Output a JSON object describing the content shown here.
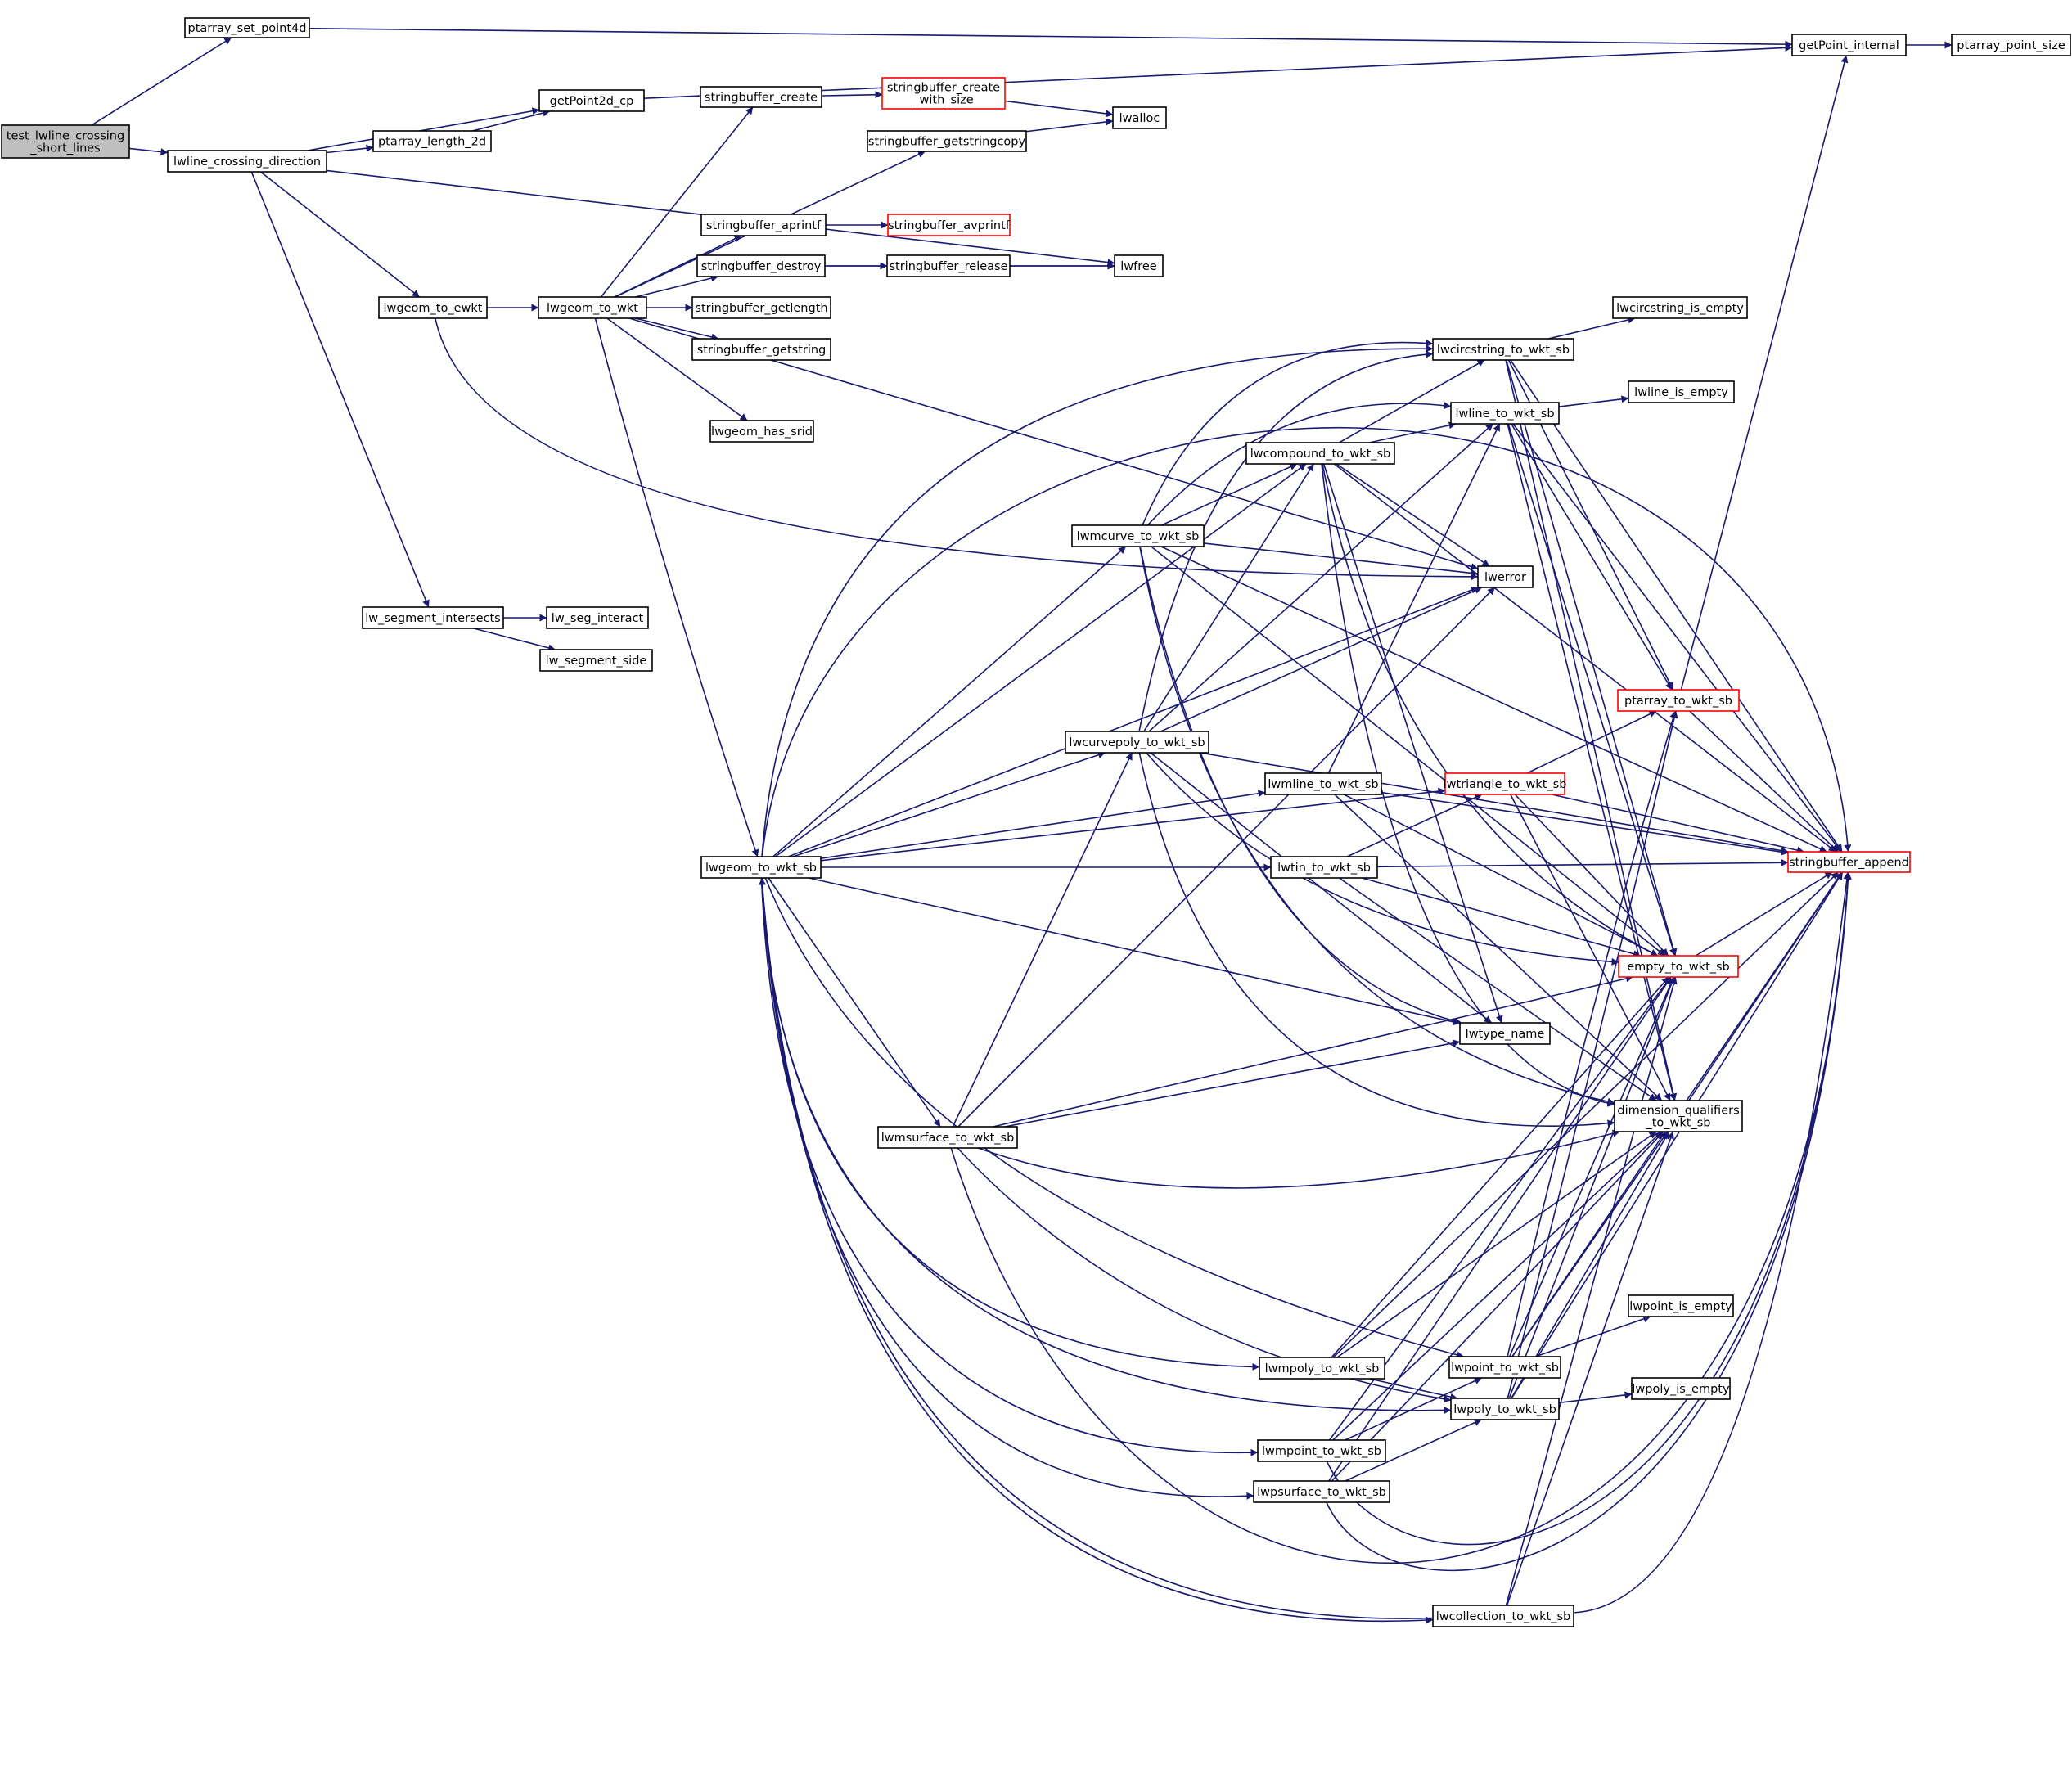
{
  "graph": {
    "edge_color": "#191970",
    "nodes": [
      {
        "id": "root",
        "lines": [
          "test_lwline_crossing",
          "_short_lines"
        ],
        "style": "root"
      },
      {
        "id": "ptarray_set_point4d",
        "lines": [
          "ptarray_set_point4d"
        ]
      },
      {
        "id": "lwline_crossing_direction",
        "lines": [
          "lwline_crossing_direction"
        ]
      },
      {
        "id": "getPoint2d_cp",
        "lines": [
          "getPoint2d_cp"
        ]
      },
      {
        "id": "ptarray_length_2d",
        "lines": [
          "ptarray_length_2d"
        ]
      },
      {
        "id": "lwgeom_to_ewkt",
        "lines": [
          "lwgeom_to_ewkt"
        ]
      },
      {
        "id": "lw_segment_intersects",
        "lines": [
          "lw_segment_intersects"
        ]
      },
      {
        "id": "lw_seg_interact",
        "lines": [
          "lw_seg_interact"
        ]
      },
      {
        "id": "lw_segment_side",
        "lines": [
          "lw_segment_side"
        ]
      },
      {
        "id": "lwgeom_to_wkt",
        "lines": [
          "lwgeom_to_wkt"
        ]
      },
      {
        "id": "stringbuffer_create",
        "lines": [
          "stringbuffer_create"
        ]
      },
      {
        "id": "stringbuffer_create_with_size",
        "lines": [
          "stringbuffer_create",
          "_with_size"
        ],
        "style": "red"
      },
      {
        "id": "lwalloc",
        "lines": [
          "lwalloc"
        ]
      },
      {
        "id": "stringbuffer_getstringcopy",
        "lines": [
          "stringbuffer_getstringcopy"
        ]
      },
      {
        "id": "stringbuffer_aprintf",
        "lines": [
          "stringbuffer_aprintf"
        ]
      },
      {
        "id": "stringbuffer_avprintf",
        "lines": [
          "stringbuffer_avprintf"
        ],
        "style": "red"
      },
      {
        "id": "stringbuffer_destroy",
        "lines": [
          "stringbuffer_destroy"
        ]
      },
      {
        "id": "stringbuffer_release",
        "lines": [
          "stringbuffer_release"
        ]
      },
      {
        "id": "lwfree",
        "lines": [
          "lwfree"
        ]
      },
      {
        "id": "stringbuffer_getlength",
        "lines": [
          "stringbuffer_getlength"
        ]
      },
      {
        "id": "stringbuffer_getstring",
        "lines": [
          "stringbuffer_getstring"
        ]
      },
      {
        "id": "lwgeom_has_srid",
        "lines": [
          "lwgeom_has_srid"
        ]
      },
      {
        "id": "getPoint_internal",
        "lines": [
          "getPoint_internal"
        ]
      },
      {
        "id": "ptarray_point_size",
        "lines": [
          "ptarray_point_size"
        ]
      },
      {
        "id": "lwgeom_to_wkt_sb",
        "lines": [
          "lwgeom_to_wkt_sb"
        ]
      },
      {
        "id": "lwcircstring_to_wkt_sb",
        "lines": [
          "lwcircstring_to_wkt_sb"
        ]
      },
      {
        "id": "lwcircstring_is_empty",
        "lines": [
          "lwcircstring_is_empty"
        ]
      },
      {
        "id": "lwline_to_wkt_sb",
        "lines": [
          "lwline_to_wkt_sb"
        ]
      },
      {
        "id": "lwline_is_empty",
        "lines": [
          "lwline_is_empty"
        ]
      },
      {
        "id": "lwcompound_to_wkt_sb",
        "lines": [
          "lwcompound_to_wkt_sb"
        ]
      },
      {
        "id": "lwmcurve_to_wkt_sb",
        "lines": [
          "lwmcurve_to_wkt_sb"
        ]
      },
      {
        "id": "lwerror",
        "lines": [
          "lwerror"
        ]
      },
      {
        "id": "ptarray_to_wkt_sb",
        "lines": [
          "ptarray_to_wkt_sb"
        ],
        "style": "red"
      },
      {
        "id": "lwcurvepoly_to_wkt_sb",
        "lines": [
          "lwcurvepoly_to_wkt_sb"
        ]
      },
      {
        "id": "lwmline_to_wkt_sb",
        "lines": [
          "lwmline_to_wkt_sb"
        ]
      },
      {
        "id": "lwtriangle_to_wkt_sb",
        "lines": [
          "lwtriangle_to_wkt_sb"
        ],
        "style": "red"
      },
      {
        "id": "stringbuffer_append",
        "lines": [
          "stringbuffer_append"
        ],
        "style": "red"
      },
      {
        "id": "lwtin_to_wkt_sb",
        "lines": [
          "lwtin_to_wkt_sb"
        ]
      },
      {
        "id": "empty_to_wkt_sb",
        "lines": [
          "empty_to_wkt_sb"
        ],
        "style": "red"
      },
      {
        "id": "lwtype_name",
        "lines": [
          "lwtype_name"
        ]
      },
      {
        "id": "dimension_qualifiers_to_wkt_sb",
        "lines": [
          "dimension_qualifiers",
          "_to_wkt_sb"
        ]
      },
      {
        "id": "lwmsurface_to_wkt_sb",
        "lines": [
          "lwmsurface_to_wkt_sb"
        ]
      },
      {
        "id": "lwpoint_is_empty",
        "lines": [
          "lwpoint_is_empty"
        ]
      },
      {
        "id": "lwmpoly_to_wkt_sb",
        "lines": [
          "lwmpoly_to_wkt_sb"
        ]
      },
      {
        "id": "lwpoint_to_wkt_sb",
        "lines": [
          "lwpoint_to_wkt_sb"
        ]
      },
      {
        "id": "lwpoly_to_wkt_sb",
        "lines": [
          "lwpoly_to_wkt_sb"
        ]
      },
      {
        "id": "lwpoly_is_empty",
        "lines": [
          "lwpoly_is_empty"
        ]
      },
      {
        "id": "lwmpoint_to_wkt_sb",
        "lines": [
          "lwmpoint_to_wkt_sb"
        ]
      },
      {
        "id": "lwpsurface_to_wkt_sb",
        "lines": [
          "lwpsurface_to_wkt_sb"
        ]
      },
      {
        "id": "lwcollection_to_wkt_sb",
        "lines": [
          "lwcollection_to_wkt_sb"
        ]
      }
    ],
    "edges": [
      [
        "root",
        "ptarray_set_point4d"
      ],
      [
        "root",
        "lwline_crossing_direction"
      ],
      [
        "ptarray_set_point4d",
        "getPoint_internal"
      ],
      [
        "lwline_crossing_direction",
        "getPoint2d_cp"
      ],
      [
        "lwline_crossing_direction",
        "ptarray_length_2d"
      ],
      [
        "lwline_crossing_direction",
        "lwfree"
      ],
      [
        "lwline_crossing_direction",
        "lwgeom_to_ewkt"
      ],
      [
        "lwline_crossing_direction",
        "lw_segment_intersects"
      ],
      [
        "ptarray_length_2d",
        "getPoint2d_cp"
      ],
      [
        "getPoint2d_cp",
        "getPoint_internal"
      ],
      [
        "getPoint_internal",
        "ptarray_point_size"
      ],
      [
        "lwgeom_to_ewkt",
        "lwgeom_to_wkt"
      ],
      [
        "lwgeom_to_ewkt",
        "lwerror"
      ],
      [
        "lw_segment_intersects",
        "lw_seg_interact"
      ],
      [
        "lw_segment_intersects",
        "lw_segment_side"
      ],
      [
        "lwgeom_to_wkt",
        "stringbuffer_create"
      ],
      [
        "lwgeom_to_wkt",
        "stringbuffer_getstringcopy"
      ],
      [
        "lwgeom_to_wkt",
        "stringbuffer_aprintf"
      ],
      [
        "lwgeom_to_wkt",
        "stringbuffer_destroy"
      ],
      [
        "lwgeom_to_wkt",
        "stringbuffer_getlength"
      ],
      [
        "lwgeom_to_wkt",
        "stringbuffer_getstring"
      ],
      [
        "lwgeom_to_wkt",
        "lwgeom_has_srid"
      ],
      [
        "lwgeom_to_wkt",
        "lwgeom_to_wkt_sb"
      ],
      [
        "lwgeom_to_wkt",
        "lwerror"
      ],
      [
        "stringbuffer_create",
        "stringbuffer_create_with_size"
      ],
      [
        "stringbuffer_create_with_size",
        "lwalloc"
      ],
      [
        "stringbuffer_getstringcopy",
        "lwalloc"
      ],
      [
        "stringbuffer_aprintf",
        "stringbuffer_avprintf"
      ],
      [
        "stringbuffer_destroy",
        "stringbuffer_release"
      ],
      [
        "stringbuffer_destroy",
        "lwfree"
      ],
      [
        "stringbuffer_release",
        "lwfree"
      ],
      [
        "lwgeom_to_wkt_sb",
        "lwcircstring_to_wkt_sb"
      ],
      [
        "lwgeom_to_wkt_sb",
        "lwcompound_to_wkt_sb"
      ],
      [
        "lwgeom_to_wkt_sb",
        "lwmcurve_to_wkt_sb"
      ],
      [
        "lwgeom_to_wkt_sb",
        "lwerror"
      ],
      [
        "lwgeom_to_wkt_sb",
        "lwcurvepoly_to_wkt_sb"
      ],
      [
        "lwgeom_to_wkt_sb",
        "lwmline_to_wkt_sb"
      ],
      [
        "lwgeom_to_wkt_sb",
        "lwtriangle_to_wkt_sb"
      ],
      [
        "lwgeom_to_wkt_sb",
        "lwtin_to_wkt_sb"
      ],
      [
        "lwgeom_to_wkt_sb",
        "lwtype_name"
      ],
      [
        "lwgeom_to_wkt_sb",
        "lwmsurface_to_wkt_sb"
      ],
      [
        "lwgeom_to_wkt_sb",
        "lwmpoly_to_wkt_sb"
      ],
      [
        "lwgeom_to_wkt_sb",
        "lwpoint_to_wkt_sb"
      ],
      [
        "lwgeom_to_wkt_sb",
        "lwpoly_to_wkt_sb"
      ],
      [
        "lwgeom_to_wkt_sb",
        "lwmpoint_to_wkt_sb"
      ],
      [
        "lwgeom_to_wkt_sb",
        "lwpsurface_to_wkt_sb"
      ],
      [
        "lwgeom_to_wkt_sb",
        "lwcollection_to_wkt_sb"
      ],
      [
        "lwgeom_to_wkt_sb",
        "stringbuffer_append"
      ],
      [
        "lwcircstring_to_wkt_sb",
        "lwcircstring_is_empty"
      ],
      [
        "lwcircstring_to_wkt_sb",
        "stringbuffer_append"
      ],
      [
        "lwcircstring_to_wkt_sb",
        "ptarray_to_wkt_sb"
      ],
      [
        "lwcircstring_to_wkt_sb",
        "empty_to_wkt_sb"
      ],
      [
        "lwcircstring_to_wkt_sb",
        "dimension_qualifiers_to_wkt_sb"
      ],
      [
        "lwline_to_wkt_sb",
        "lwline_is_empty"
      ],
      [
        "lwline_to_wkt_sb",
        "stringbuffer_append"
      ],
      [
        "lwline_to_wkt_sb",
        "ptarray_to_wkt_sb"
      ],
      [
        "lwline_to_wkt_sb",
        "empty_to_wkt_sb"
      ],
      [
        "lwline_to_wkt_sb",
        "dimension_qualifiers_to_wkt_sb"
      ],
      [
        "lwcompound_to_wkt_sb",
        "lwcircstring_to_wkt_sb"
      ],
      [
        "lwcompound_to_wkt_sb",
        "lwline_to_wkt_sb"
      ],
      [
        "lwcompound_to_wkt_sb",
        "lwerror"
      ],
      [
        "lwcompound_to_wkt_sb",
        "stringbuffer_append"
      ],
      [
        "lwcompound_to_wkt_sb",
        "empty_to_wkt_sb"
      ],
      [
        "lwcompound_to_wkt_sb",
        "lwtype_name"
      ],
      [
        "lwcompound_to_wkt_sb",
        "dimension_qualifiers_to_wkt_sb"
      ],
      [
        "lwmcurve_to_wkt_sb",
        "lwcircstring_to_wkt_sb"
      ],
      [
        "lwmcurve_to_wkt_sb",
        "lwline_to_wkt_sb"
      ],
      [
        "lwmcurve_to_wkt_sb",
        "lwcompound_to_wkt_sb"
      ],
      [
        "lwmcurve_to_wkt_sb",
        "lwerror"
      ],
      [
        "lwmcurve_to_wkt_sb",
        "stringbuffer_append"
      ],
      [
        "lwmcurve_to_wkt_sb",
        "empty_to_wkt_sb"
      ],
      [
        "lwmcurve_to_wkt_sb",
        "lwtype_name"
      ],
      [
        "lwmcurve_to_wkt_sb",
        "dimension_qualifiers_to_wkt_sb"
      ],
      [
        "lwcurvepoly_to_wkt_sb",
        "lwcircstring_to_wkt_sb"
      ],
      [
        "lwcurvepoly_to_wkt_sb",
        "lwline_to_wkt_sb"
      ],
      [
        "lwcurvepoly_to_wkt_sb",
        "lwcompound_to_wkt_sb"
      ],
      [
        "lwcurvepoly_to_wkt_sb",
        "lwerror"
      ],
      [
        "lwcurvepoly_to_wkt_sb",
        "stringbuffer_append"
      ],
      [
        "lwcurvepoly_to_wkt_sb",
        "empty_to_wkt_sb"
      ],
      [
        "lwcurvepoly_to_wkt_sb",
        "lwtype_name"
      ],
      [
        "lwcurvepoly_to_wkt_sb",
        "dimension_qualifiers_to_wkt_sb"
      ],
      [
        "lwmline_to_wkt_sb",
        "lwline_to_wkt_sb"
      ],
      [
        "lwmline_to_wkt_sb",
        "stringbuffer_append"
      ],
      [
        "lwmline_to_wkt_sb",
        "empty_to_wkt_sb"
      ],
      [
        "lwmline_to_wkt_sb",
        "dimension_qualifiers_to_wkt_sb"
      ],
      [
        "lwtriangle_to_wkt_sb",
        "ptarray_to_wkt_sb"
      ],
      [
        "lwtriangle_to_wkt_sb",
        "stringbuffer_append"
      ],
      [
        "lwtriangle_to_wkt_sb",
        "empty_to_wkt_sb"
      ],
      [
        "lwtriangle_to_wkt_sb",
        "dimension_qualifiers_to_wkt_sb"
      ],
      [
        "lwtin_to_wkt_sb",
        "lwtriangle_to_wkt_sb"
      ],
      [
        "lwtin_to_wkt_sb",
        "stringbuffer_append"
      ],
      [
        "lwtin_to_wkt_sb",
        "empty_to_wkt_sb"
      ],
      [
        "lwtin_to_wkt_sb",
        "dimension_qualifiers_to_wkt_sb"
      ],
      [
        "ptarray_to_wkt_sb",
        "getPoint_internal"
      ],
      [
        "ptarray_to_wkt_sb",
        "stringbuffer_append"
      ],
      [
        "empty_to_wkt_sb",
        "stringbuffer_append"
      ],
      [
        "dimension_qualifiers_to_wkt_sb",
        "stringbuffer_append"
      ],
      [
        "lwmsurface_to_wkt_sb",
        "lwcurvepoly_to_wkt_sb"
      ],
      [
        "lwmsurface_to_wkt_sb",
        "lwerror"
      ],
      [
        "lwmsurface_to_wkt_sb",
        "lwtype_name"
      ],
      [
        "lwmsurface_to_wkt_sb",
        "empty_to_wkt_sb"
      ],
      [
        "lwmsurface_to_wkt_sb",
        "dimension_qualifiers_to_wkt_sb"
      ],
      [
        "lwmsurface_to_wkt_sb",
        "lwpoly_to_wkt_sb"
      ],
      [
        "lwmsurface_to_wkt_sb",
        "stringbuffer_append"
      ],
      [
        "lwpoint_to_wkt_sb",
        "lwpoint_is_empty"
      ],
      [
        "lwpoint_to_wkt_sb",
        "ptarray_to_wkt_sb"
      ],
      [
        "lwpoint_to_wkt_sb",
        "empty_to_wkt_sb"
      ],
      [
        "lwpoint_to_wkt_sb",
        "dimension_qualifiers_to_wkt_sb"
      ],
      [
        "lwpoint_to_wkt_sb",
        "stringbuffer_append"
      ],
      [
        "lwpoly_to_wkt_sb",
        "lwpoly_is_empty"
      ],
      [
        "lwpoly_to_wkt_sb",
        "ptarray_to_wkt_sb"
      ],
      [
        "lwpoly_to_wkt_sb",
        "empty_to_wkt_sb"
      ],
      [
        "lwpoly_to_wkt_sb",
        "dimension_qualifiers_to_wkt_sb"
      ],
      [
        "lwpoly_to_wkt_sb",
        "stringbuffer_append"
      ],
      [
        "lwmpoly_to_wkt_sb",
        "lwpoly_to_wkt_sb"
      ],
      [
        "lwmpoly_to_wkt_sb",
        "empty_to_wkt_sb"
      ],
      [
        "lwmpoly_to_wkt_sb",
        "dimension_qualifiers_to_wkt_sb"
      ],
      [
        "lwmpoly_to_wkt_sb",
        "stringbuffer_append"
      ],
      [
        "lwmpoint_to_wkt_sb",
        "lwpoint_to_wkt_sb"
      ],
      [
        "lwmpoint_to_wkt_sb",
        "empty_to_wkt_sb"
      ],
      [
        "lwmpoint_to_wkt_sb",
        "dimension_qualifiers_to_wkt_sb"
      ],
      [
        "lwmpoint_to_wkt_sb",
        "stringbuffer_append"
      ],
      [
        "lwpsurface_to_wkt_sb",
        "lwpoly_to_wkt_sb"
      ],
      [
        "lwpsurface_to_wkt_sb",
        "empty_to_wkt_sb"
      ],
      [
        "lwpsurface_to_wkt_sb",
        "dimension_qualifiers_to_wkt_sb"
      ],
      [
        "lwpsurface_to_wkt_sb",
        "stringbuffer_append"
      ],
      [
        "lwcollection_to_wkt_sb",
        "lwgeom_to_wkt_sb"
      ],
      [
        "lwcollection_to_wkt_sb",
        "empty_to_wkt_sb"
      ],
      [
        "lwcollection_to_wkt_sb",
        "dimension_qualifiers_to_wkt_sb"
      ],
      [
        "lwcollection_to_wkt_sb",
        "stringbuffer_append"
      ]
    ]
  }
}
